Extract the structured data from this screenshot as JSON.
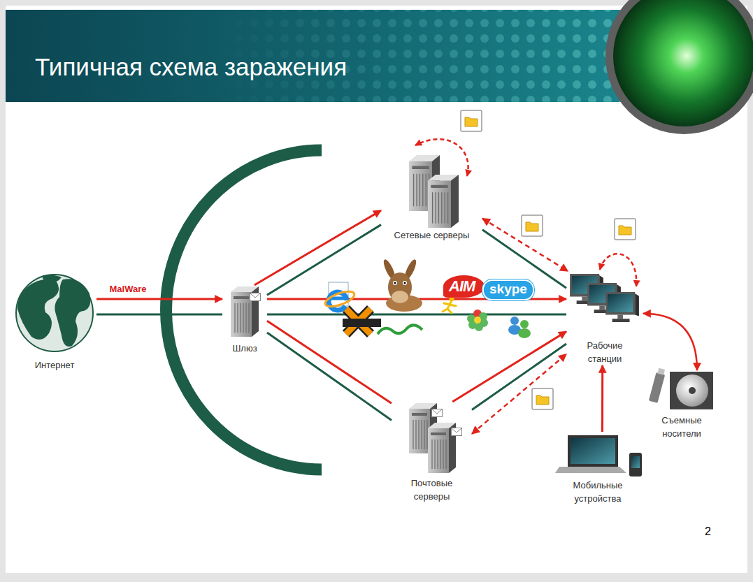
{
  "diagram": {
    "title": "Типичная схема заражения",
    "nodes": [
      {
        "text": [
          "Интернет"
        ]
      },
      {
        "text": [
          "Шлюз"
        ]
      },
      {
        "text": [
          "Сетевые серверы"
        ]
      },
      {
        "text": [
          "Почтовые серверы"
        ]
      },
      {
        "text": [
          "Рабочие станции"
        ]
      },
      {
        "text": [
          "Съемные носители"
        ]
      },
      {
        "text": [
          "Мобильные устройства"
        ]
      }
    ],
    "edges": [
      {
        "from": 0,
        "to": 1,
        "label": "MalWare",
        "arrow": "to"
      },
      {
        "from": 0,
        "to": 1,
        "arrow": "none"
      },
      {
        "from": 1,
        "to": 2,
        "arrow": "to"
      },
      {
        "from": 1,
        "to": 2,
        "arrow": "none"
      },
      {
        "from": 1,
        "to": 4,
        "arrow": "to"
      },
      {
        "from": 1,
        "to": 4,
        "arrow": "none"
      },
      {
        "from": 1,
        "to": 3,
        "arrow": "none"
      },
      {
        "from": 1,
        "to": 3,
        "arrow": "none"
      },
      {
        "from": 3,
        "to": 4,
        "arrow": "to"
      },
      {
        "from": 3,
        "to": 4,
        "arrow": "none"
      },
      {
        "from": 2,
        "to": 4,
        "arrow": "none"
      },
      {
        "from": 2,
        "to": 4,
        "arrow": "both"
      },
      {
        "from": 3,
        "to": 4,
        "arrow": "both"
      },
      {
        "from": 4,
        "to": 5,
        "arrow": "both"
      },
      {
        "from": 6,
        "to": 4,
        "arrow": "to"
      }
    ],
    "labels": [
      "AIM",
      "skype",
      "2"
    ]
  }
}
